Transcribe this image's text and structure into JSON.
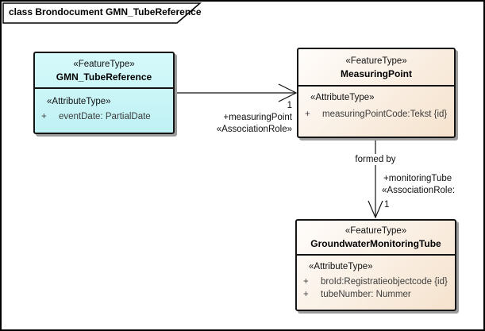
{
  "frame": {
    "title": "class Brondocument GMN_TubeReference"
  },
  "classes": [
    {
      "stereotype": "«FeatureType»",
      "name": "GMN_TubeReference",
      "attr_stereotype": "«AttributeType»",
      "attributes": [
        {
          "visibility": "+",
          "text": "eventDate: PartialDate"
        }
      ]
    },
    {
      "stereotype": "«FeatureType»",
      "name": "MeasuringPoint",
      "attr_stereotype": "«AttributeType»",
      "attributes": [
        {
          "visibility": "+",
          "text": "measuringPointCode:Tekst {id}"
        }
      ]
    },
    {
      "stereotype": "«FeatureType»",
      "name": "GroundwaterMonitoringTube",
      "attr_stereotype": "«AttributeType»",
      "attributes": [
        {
          "visibility": "+",
          "text": "broId:Registratieobjectcode {id}"
        },
        {
          "visibility": "+",
          "text": "tubeNumber: Nummer"
        }
      ]
    }
  ],
  "associations": [
    {
      "target_multiplicity": "1",
      "role": "+measuringPoint",
      "role_stereotype": "«AssociationRole»"
    },
    {
      "name": "formed by",
      "role": "+monitoringTube",
      "role_stereotype": "«AssociationRole:",
      "target_multiplicity": "1"
    }
  ],
  "colors": {
    "class_fill_cyan": "#c9f5f7",
    "class_fill_beige": "#f6e3cf",
    "border": "#000000",
    "shadow": "#9c9c9c"
  }
}
